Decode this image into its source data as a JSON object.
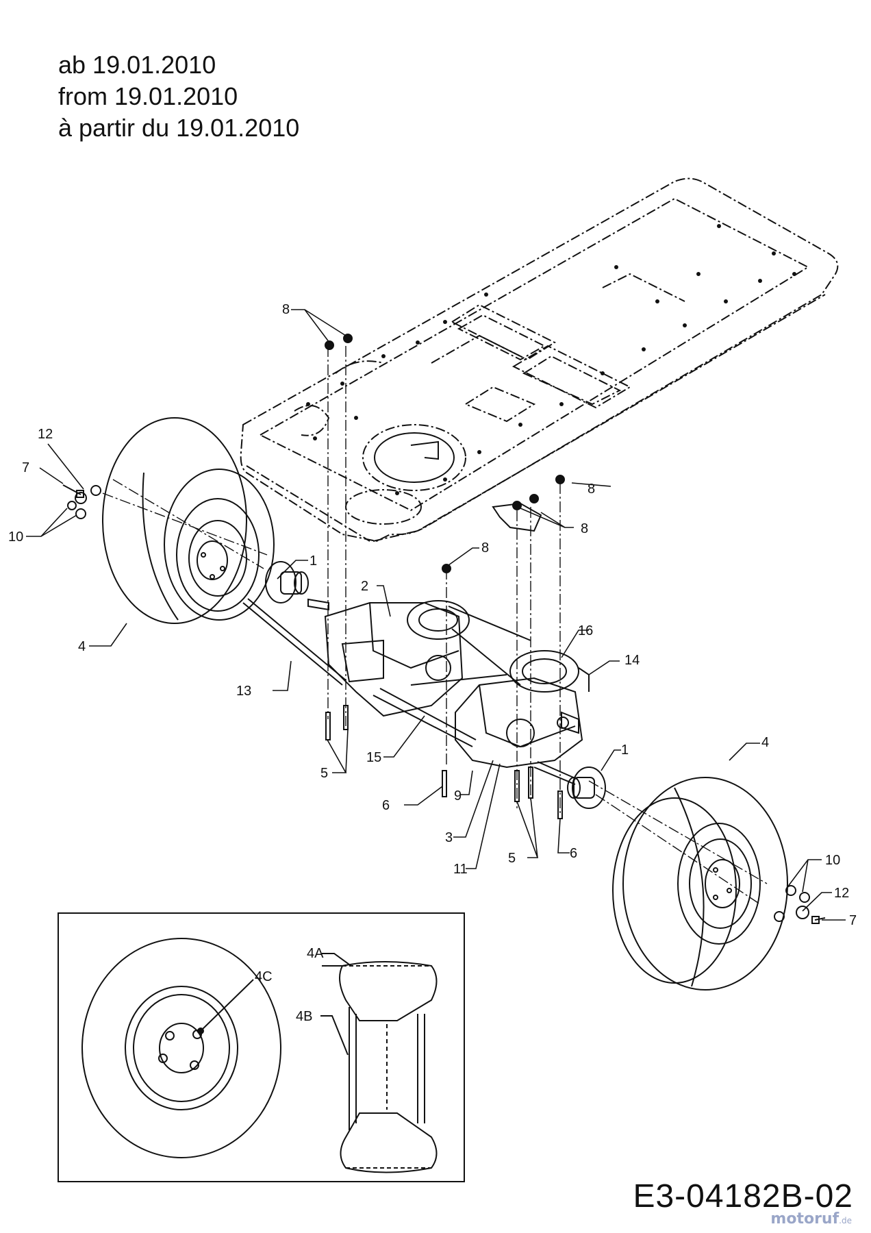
{
  "header": {
    "line_de": "ab 19.01.2010",
    "line_en": "from 19.01.2010",
    "line_fr": "à partir du 19.01.2010"
  },
  "callouts": {
    "c1a": "1",
    "c1b": "1",
    "c2": "2",
    "c3": "3",
    "c4a": "4",
    "c4b": "4",
    "c5a": "5",
    "c5b": "5",
    "c6a": "6",
    "c6b": "6",
    "c7a": "7",
    "c7b": "7",
    "c8a": "8",
    "c8b": "8",
    "c8c": "8",
    "c8d": "8",
    "c9": "9",
    "c10a": "10",
    "c10b": "10",
    "c11": "11",
    "c12a": "12",
    "c12b": "12",
    "c13": "13",
    "c14": "14",
    "c15": "15",
    "c16": "16",
    "c4A": "4A",
    "c4B": "4B",
    "c4C": "4C"
  },
  "document_number": "E3-04182B-02",
  "watermark": {
    "brand": "motoruf",
    "tld": ".de"
  },
  "colors": {
    "line": "#111111",
    "watermark": "#9aa6c8"
  }
}
